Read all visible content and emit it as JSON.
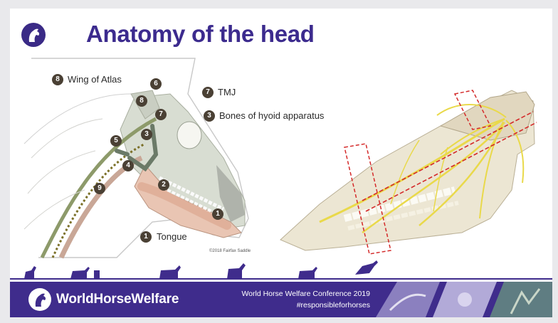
{
  "slide": {
    "title": "Anatomy of the head",
    "copyright": "©2018 Fairfax Saddle"
  },
  "labels": [
    {
      "number": "8",
      "text": "Wing of Atlas"
    },
    {
      "number": "7",
      "text": "TMJ"
    },
    {
      "number": "3",
      "text": "Bones of hyoid apparatus"
    },
    {
      "number": "1",
      "text": "Tongue"
    }
  ],
  "diagram_badges": [
    "6",
    "8",
    "7",
    "3",
    "5",
    "4",
    "2",
    "9",
    "1"
  ],
  "footer": {
    "brand": "WorldHorseWelfare",
    "conference": "World Horse Welfare Conference 2019",
    "hashtag": "#responsibleforhorses"
  },
  "colors": {
    "brand_purple": "#3f2c8c",
    "title_purple": "#3c2b8e",
    "badge_brown": "#4a4034",
    "marker_red": "#d42a2a"
  },
  "icons": [
    "horse-logo-icon",
    "horse-silhouette-icon"
  ]
}
